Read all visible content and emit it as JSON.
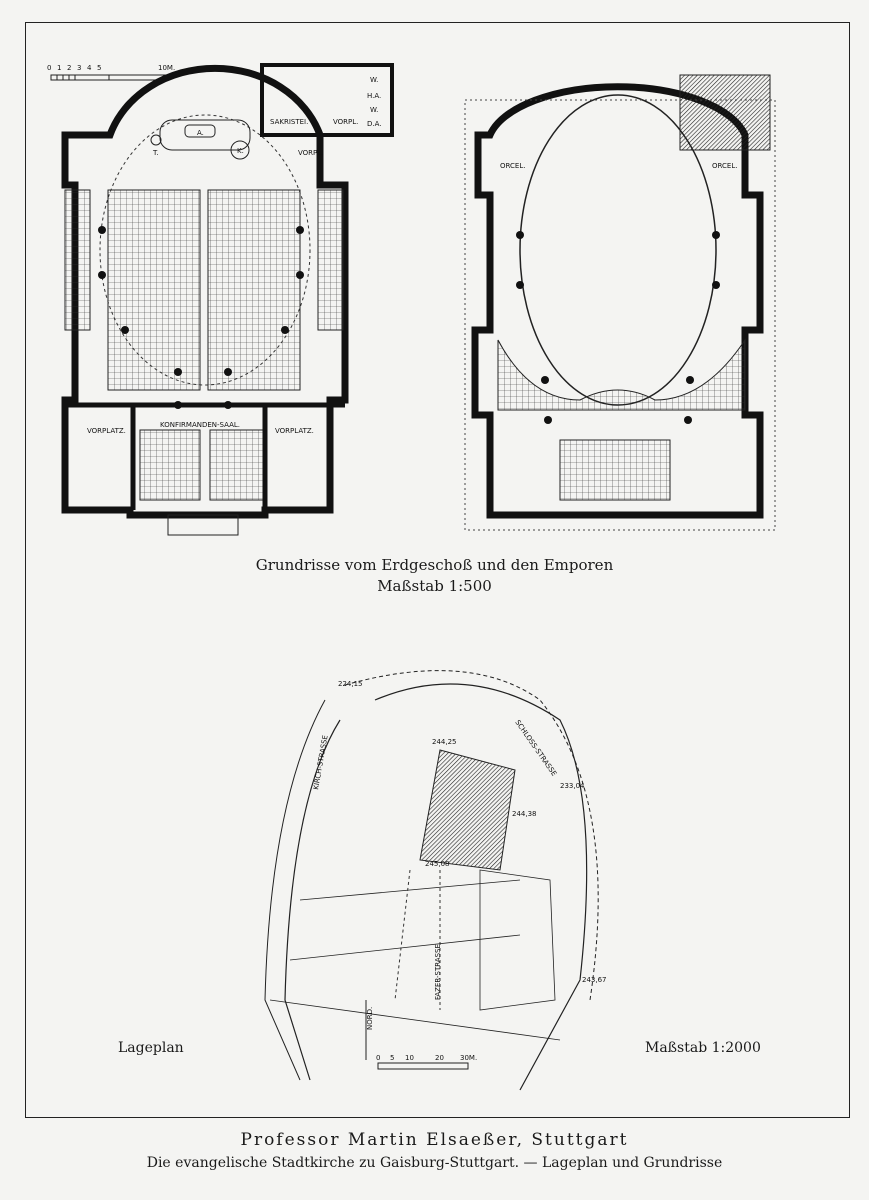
{
  "plans": {
    "scale_bar_ticks": [
      "0",
      "1",
      "2",
      "3",
      "4",
      "5",
      "10M."
    ],
    "ground_floor_rooms": [
      "SAKRISTEI.",
      "VORPL.",
      "VORPL.",
      "W.",
      "H.A.",
      "W.",
      "D.A.",
      "A.",
      "T.",
      "K.",
      "VORPLATZ.",
      "KONFIRMANDEN-SAAL.",
      "VORPLATZ."
    ],
    "gallery_rooms": [
      "ORCEL.",
      "ORCEL."
    ],
    "caption_line1": "Grundrisse vom Erdgeschoß und den Emporen",
    "caption_line2": "Maßstab 1:500"
  },
  "site_plan": {
    "label": "Lageplan",
    "scale": "Maßstab 1:2000",
    "streets": [
      "KIRCH-STRASSE",
      "SCHLOSS-STRASSE",
      "FAZER-STRASSE"
    ],
    "elevations": [
      "224,15",
      "244,25",
      "233,04",
      "244,38",
      "245,08",
      "243,67"
    ],
    "north": "NORD.",
    "scale_bar_ticks": [
      "0",
      "5",
      "10",
      "20",
      "30M."
    ]
  },
  "footer": {
    "author": "Professor Martin Elsaeßer, Stuttgart",
    "description": "Die evangelische Stadtkirche zu Gaisburg-Stuttgart. — Lageplan und Grundrisse"
  }
}
